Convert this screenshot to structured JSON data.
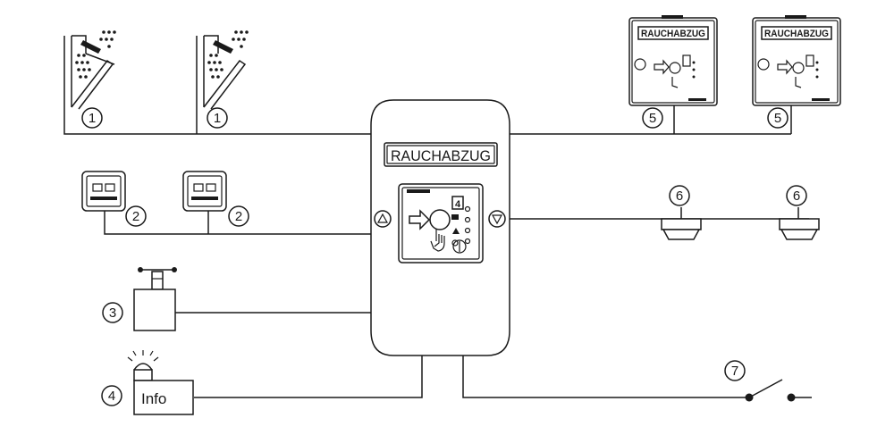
{
  "central_panel": {
    "label": "RAUCHABZUG"
  },
  "wall_switch": {
    "label": "RAUCHABZUG"
  },
  "alarm_device": {
    "label": "Info"
  },
  "markers": {
    "window_actuator": "1",
    "vent_button": "2",
    "smoke_exhaust_motor": "3",
    "alarm_signal": "4",
    "manual_call_point": "5",
    "smoke_detector": "6",
    "external_contact": "7"
  }
}
